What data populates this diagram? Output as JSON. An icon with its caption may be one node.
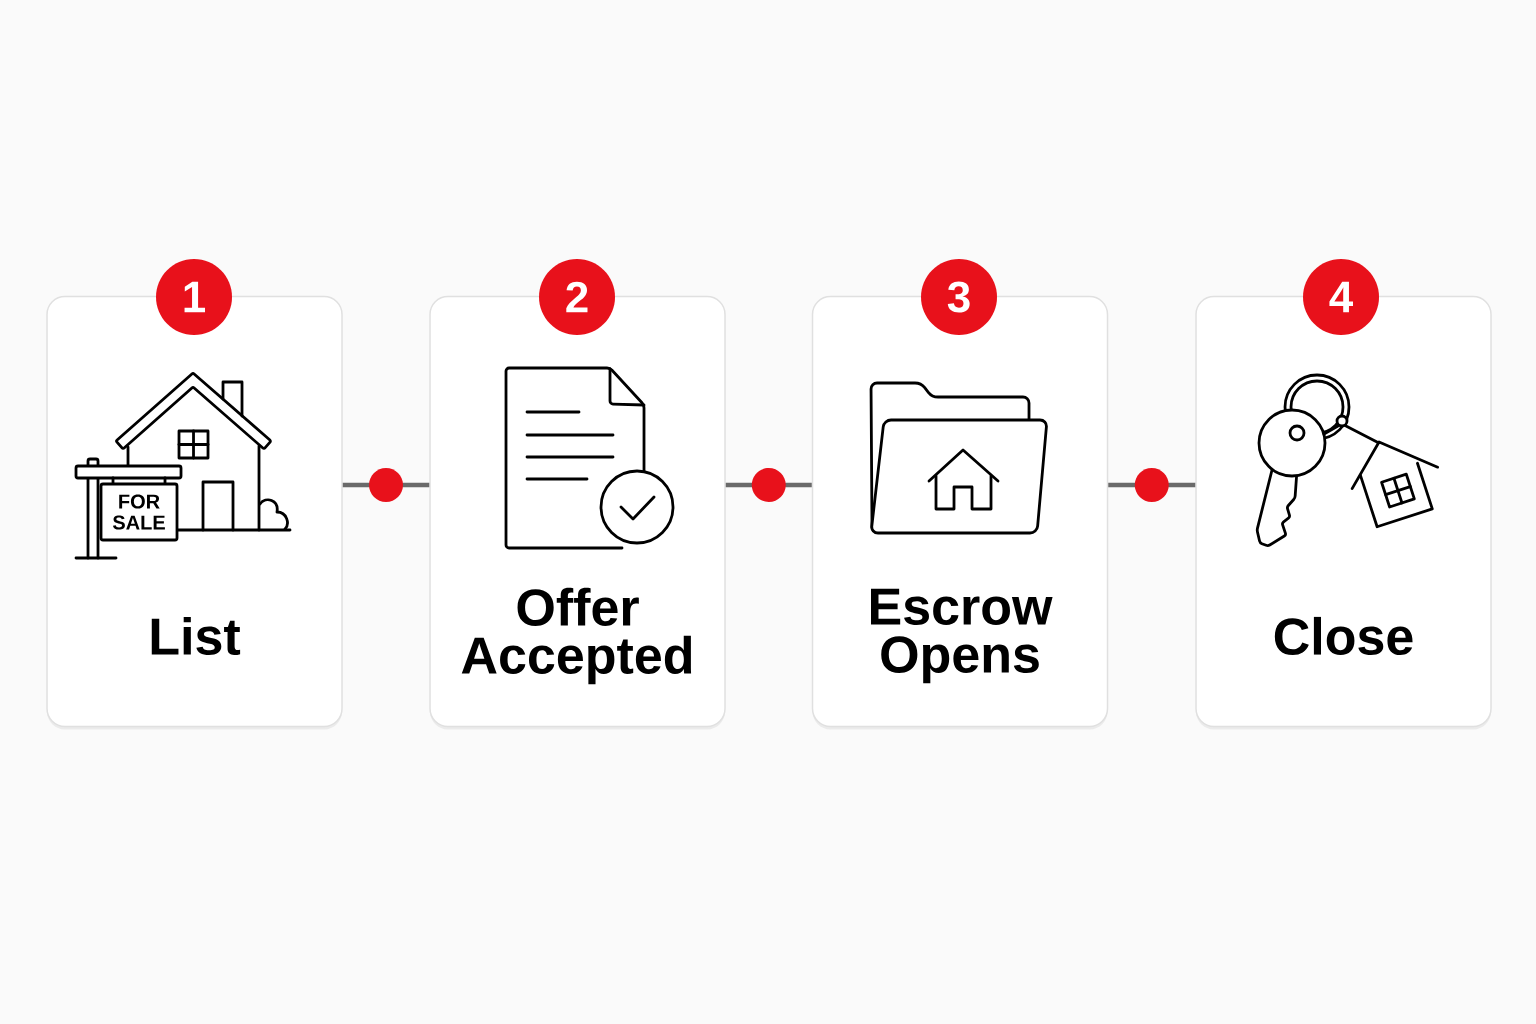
{
  "diagram": {
    "nodes": [
      {
        "text": [
          "1"
        ]
      },
      {
        "text": [
          "List"
        ]
      },
      {
        "text": [
          "2"
        ]
      },
      {
        "text": [
          "Offer Accepted"
        ]
      },
      {
        "text": [
          "3"
        ]
      },
      {
        "text": [
          "Escrow Opens"
        ]
      },
      {
        "text": [
          "4"
        ]
      },
      {
        "text": [
          "Close"
        ]
      }
    ],
    "edges": [
      {
        "from": 1,
        "to": 3,
        "arrow": "none"
      },
      {
        "from": 3,
        "to": 5,
        "arrow": "none"
      },
      {
        "from": 5,
        "to": 7,
        "arrow": "none"
      }
    ],
    "labels": [
      "FOR SALE"
    ]
  }
}
